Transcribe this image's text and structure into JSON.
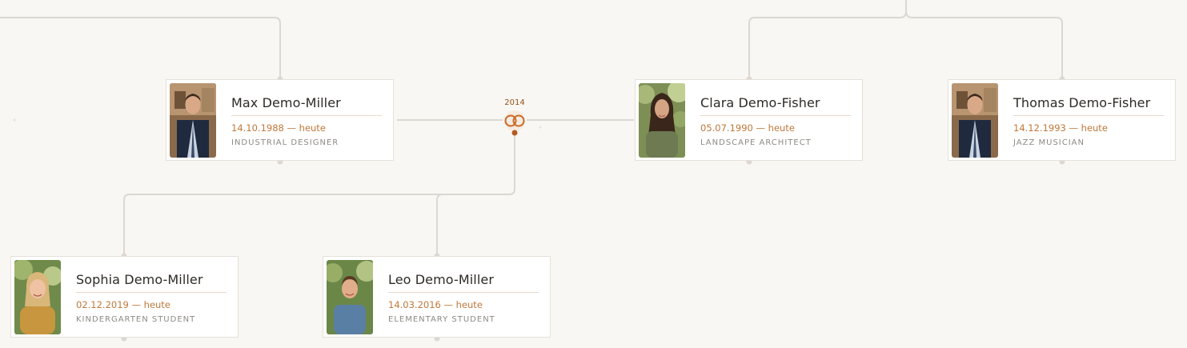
{
  "colors": {
    "background": "#f8f7f3",
    "line": "#dcd8d1",
    "accent": "#c0783a",
    "ring": "#c96a26"
  },
  "marriage": {
    "year": "2014",
    "icon": "rings-icon"
  },
  "people": {
    "max": {
      "name": "Max Demo-Miller",
      "dates": "14.10.1988 — heute",
      "job": "INDUSTRIAL DESIGNER"
    },
    "clara": {
      "name": "Clara Demo-Fisher",
      "dates": "05.07.1990 — heute",
      "job": "LANDSCAPE ARCHITECT"
    },
    "thomas": {
      "name": "Thomas Demo-Fisher",
      "dates": "14.12.1993 — heute",
      "job": "JAZZ MUSICIAN"
    },
    "sophia": {
      "name": "Sophia Demo-Miller",
      "dates": "02.12.2019 — heute",
      "job": "KINDERGARTEN STUDENT"
    },
    "leo": {
      "name": "Leo Demo-Miller",
      "dates": "14.03.2016 — heute",
      "job": "ELEMENTARY STUDENT"
    }
  }
}
